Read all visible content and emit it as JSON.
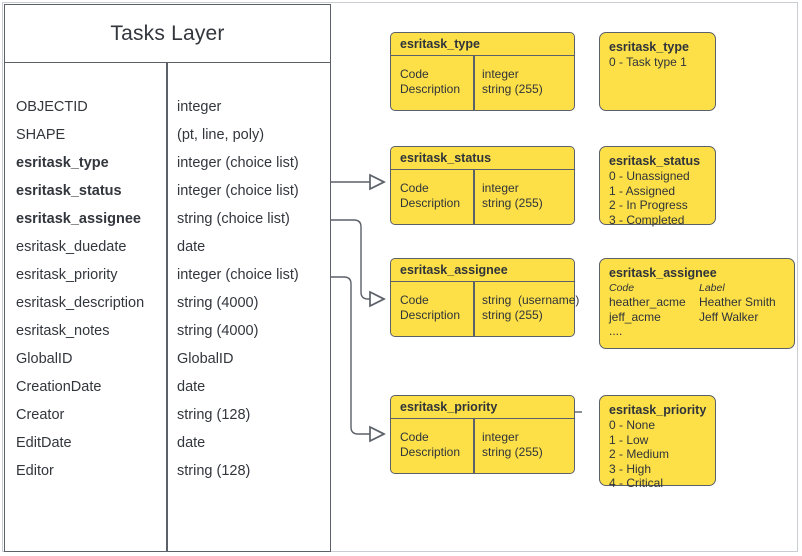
{
  "diagram": {
    "title": "Tasks Layer",
    "entity": {
      "title": "Tasks Layer",
      "fields": [
        {
          "name": "OBJECTID",
          "type": "integer",
          "bold": false
        },
        {
          "name": "SHAPE",
          "type": "(pt, line, poly)",
          "bold": false
        },
        {
          "name": "esritask_type",
          "type": "integer (choice list)",
          "bold": true
        },
        {
          "name": "esritask_status",
          "type": "integer (choice list)",
          "bold": true
        },
        {
          "name": "esritask_assignee",
          "type": "string (choice list)",
          "bold": true
        },
        {
          "name": "esritask_duedate",
          "type": "date",
          "bold": false
        },
        {
          "name": "esritask_priority",
          "type": "integer (choice list)",
          "bold": false
        },
        {
          "name": "esritask_description",
          "type": "string (4000)",
          "bold": false
        },
        {
          "name": "esritask_notes",
          "type": "string (4000)",
          "bold": false
        },
        {
          "name": "GlobalID",
          "type": "GlobalID",
          "bold": false
        },
        {
          "name": "CreationDate",
          "type": "date",
          "bold": false
        },
        {
          "name": "Creator",
          "type": "string (128)",
          "bold": false
        },
        {
          "name": "EditDate",
          "type": "date",
          "bold": false
        },
        {
          "name": "Editor",
          "type": "string (128)",
          "bold": false
        }
      ]
    },
    "definition_boxes": [
      {
        "title": "esritask_type",
        "left_col": "Code\nDescription",
        "right_col": "integer\nstring (255)"
      },
      {
        "title": "esritask_status",
        "left_col": "Code\nDescription",
        "right_col": "integer\nstring (255)"
      },
      {
        "title": "esritask_assignee",
        "left_col": "Code\nDescription",
        "right_col": "string  (username)\nstring (255)"
      },
      {
        "title": "esritask_priority",
        "left_col": "Code\nDescription",
        "right_col": "integer\nstring (255)"
      }
    ],
    "value_boxes": [
      {
        "title": "esritask_type",
        "lines": [
          "0 - Task type 1"
        ]
      },
      {
        "title": "esritask_status",
        "lines": [
          "0 - Unassigned",
          "1 - Assigned",
          "2 - In Progress",
          "3 - Completed"
        ]
      },
      {
        "title": "esritask_assignee",
        "head": {
          "code": "Code",
          "label": "Label"
        },
        "rows": [
          {
            "code": "heather_acme",
            "label": "Heather Smith"
          },
          {
            "code": "jeff_acme",
            "label": "Jeff Walker"
          },
          {
            "code": "....",
            "label": ""
          }
        ]
      },
      {
        "title": "esritask_priority",
        "lines": [
          "0 - None",
          "1 - Low",
          "2 - Medium",
          "3 - High",
          "4 - Critical"
        ]
      }
    ],
    "colors": {
      "domain_fill": "#fde047",
      "stroke": "#5b6069",
      "text": "#32363d",
      "page_border": "#c9ccd1"
    }
  }
}
